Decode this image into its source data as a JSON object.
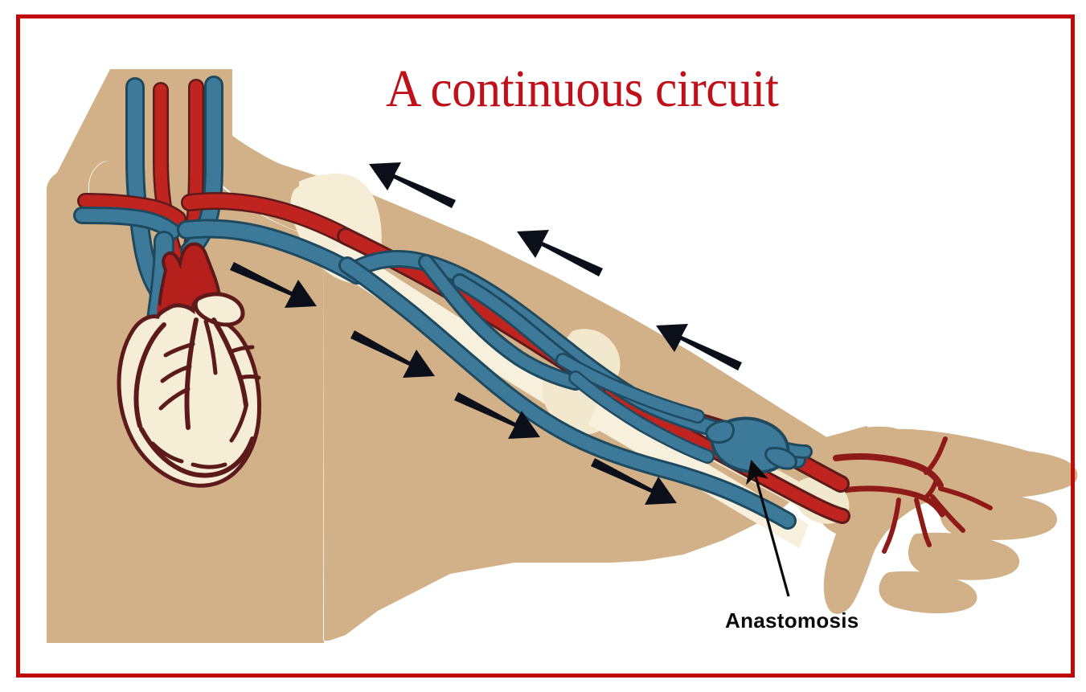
{
  "figure": {
    "title": "A continuous circuit",
    "label_anastomosis": "Anastomosis",
    "frame_color": "#C00A0A",
    "background": "#FFFFFF"
  },
  "palette": {
    "skin": "#D2B188",
    "skin_shadow": "#C6A27A",
    "bone": "#F2E8CE",
    "bone_light": "#F7F0DC",
    "artery": "#C0241F",
    "artery_dark": "#8E1B17",
    "artery_outline": "#5C1A1A",
    "vein": "#3D7A99",
    "vein_outline": "#1E4A60",
    "heart_body": "#F5EDD6",
    "heart_outline": "#5C1A1A",
    "aorta": "#B5201C",
    "arrow": "#0B0F1A",
    "title_red": "#C0101A",
    "label_black": "#0A0A0A"
  },
  "anatomy": {
    "torso": {
      "name": "torso-and-neck",
      "description": "upper chest with neck, shoulders sloping to right arm"
    },
    "heart": {
      "name": "heart",
      "description": "cream heart with dark maroon coronary arteries, red aortic arch above"
    },
    "neck_vessels": [
      {
        "name": "left-carotid-artery",
        "color": "#C0241F"
      },
      {
        "name": "left-jugular-vein",
        "color": "#3D7A99"
      },
      {
        "name": "right-carotid-artery",
        "color": "#C0241F"
      },
      {
        "name": "right-jugular-vein",
        "color": "#3D7A99"
      },
      {
        "name": "subclavian-artery",
        "color": "#C0241F"
      },
      {
        "name": "subclavian-vein",
        "color": "#3D7A99"
      }
    ],
    "arm_vessels": [
      {
        "name": "brachial-artery",
        "color": "#C0241F"
      },
      {
        "name": "cephalic-vein",
        "color": "#3D7A99"
      },
      {
        "name": "basilic-vein",
        "color": "#3D7A99"
      },
      {
        "name": "median-cubital-vein",
        "color": "#3D7A99"
      },
      {
        "name": "radial-artery",
        "color": "#C0241F"
      }
    ],
    "bones": [
      {
        "name": "humerus"
      },
      {
        "name": "elbow-joint"
      },
      {
        "name": "radius"
      },
      {
        "name": "ulna"
      }
    ],
    "hand": {
      "name": "hand",
      "fingers": 5,
      "arterial_arch": "#8E1B17"
    },
    "anastomosis": {
      "name": "arteriovenous-fistula",
      "color": "#3D7A99",
      "description": "enlarged blue venous bulge where artery joins vein"
    }
  },
  "flow_arrows": [
    {
      "name": "arrow-arterial-1",
      "direction": "down-right",
      "meaning": "arterial flow away from heart"
    },
    {
      "name": "arrow-arterial-2",
      "direction": "down-right",
      "meaning": "arterial flow away from heart"
    },
    {
      "name": "arrow-arterial-3",
      "direction": "down-right",
      "meaning": "arterial flow away from heart"
    },
    {
      "name": "arrow-arterial-4",
      "direction": "down-right",
      "meaning": "arterial flow away from heart"
    },
    {
      "name": "arrow-venous-1",
      "direction": "up-left",
      "meaning": "venous return toward heart"
    },
    {
      "name": "arrow-venous-2",
      "direction": "up-left",
      "meaning": "venous return toward heart"
    },
    {
      "name": "arrow-venous-3",
      "direction": "up-left",
      "meaning": "venous return toward heart"
    }
  ]
}
